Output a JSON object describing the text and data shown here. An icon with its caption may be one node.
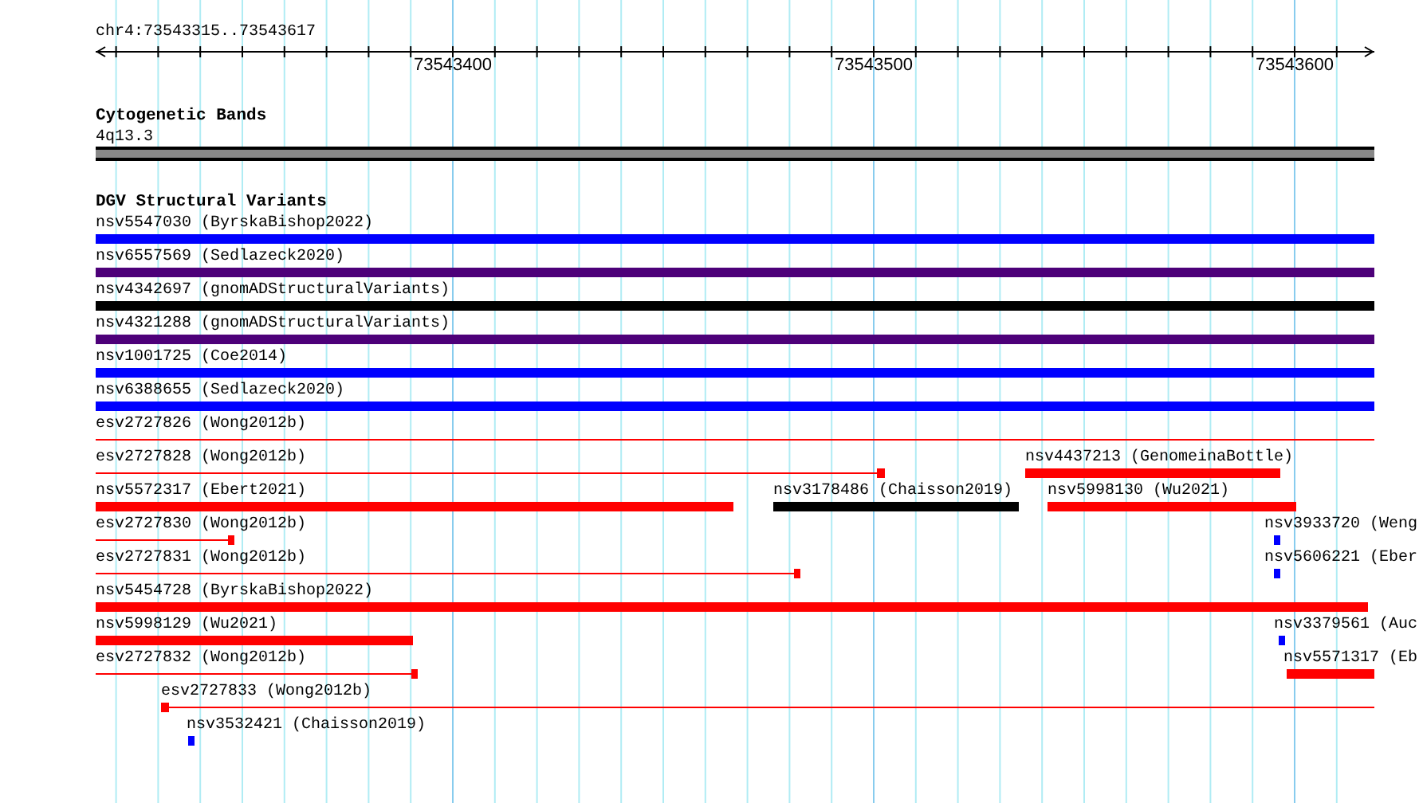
{
  "diagram": {
    "nodes": [
      {
        "text": [
          "4q13.3"
        ]
      },
      {
        "text": [
          "nsv5547030 (ByrskaBishop2022)"
        ]
      },
      {
        "text": [
          "nsv6557569 (Sedlazeck2020)"
        ]
      },
      {
        "text": [
          "nsv4342697 (gnomADStructuralVariants)"
        ]
      },
      {
        "text": [
          "nsv4321288 (gnomADStructuralVariants)"
        ]
      },
      {
        "text": [
          "nsv1001725 (Coe2014)"
        ]
      },
      {
        "text": [
          "nsv6388655 (Sedlazeck2020)"
        ]
      },
      {
        "text": [
          "esv2727826 (Wong2012b)"
        ]
      },
      {
        "text": [
          "esv2727828 (Wong2012b)"
        ]
      },
      {
        "text": [
          "nsv4437213 (GenomeinaBottle)"
        ]
      },
      {
        "text": [
          "nsv5572317 (Ebert2021)"
        ]
      },
      {
        "text": [
          "nsv3178486 (Chaisson2019)"
        ]
      },
      {
        "text": [
          "nsv5998130 (Wu2021)"
        ]
      },
      {
        "text": [
          "esv2727830 (Wong2012b)"
        ]
      },
      {
        "text": [
          "nsv3933720 (Weng"
        ]
      },
      {
        "text": [
          "esv2727831 (Wong2012b)"
        ]
      },
      {
        "text": [
          "nsv5606221 (Eber"
        ]
      },
      {
        "text": [
          "nsv5454728 (ByrskaBishop2022)"
        ]
      },
      {
        "text": [
          "nsv5998129 (Wu2021)"
        ]
      },
      {
        "text": [
          "nsv3379561 (Auc"
        ]
      },
      {
        "text": [
          "esv2727832 (Wong2012b)"
        ]
      },
      {
        "text": [
          "nsv5571317 (Eb"
        ]
      },
      {
        "text": [
          "esv2727833 (Wong2012b)"
        ]
      },
      {
        "text": [
          "nsv3532421 (Chaisson2019)"
        ]
      }
    ],
    "labels": [
      "chr4:73543315..73543617",
      "73543400",
      "73543500",
      "73543600",
      "Cytogenetic Bands",
      "DGV Structural Variants"
    ]
  }
}
